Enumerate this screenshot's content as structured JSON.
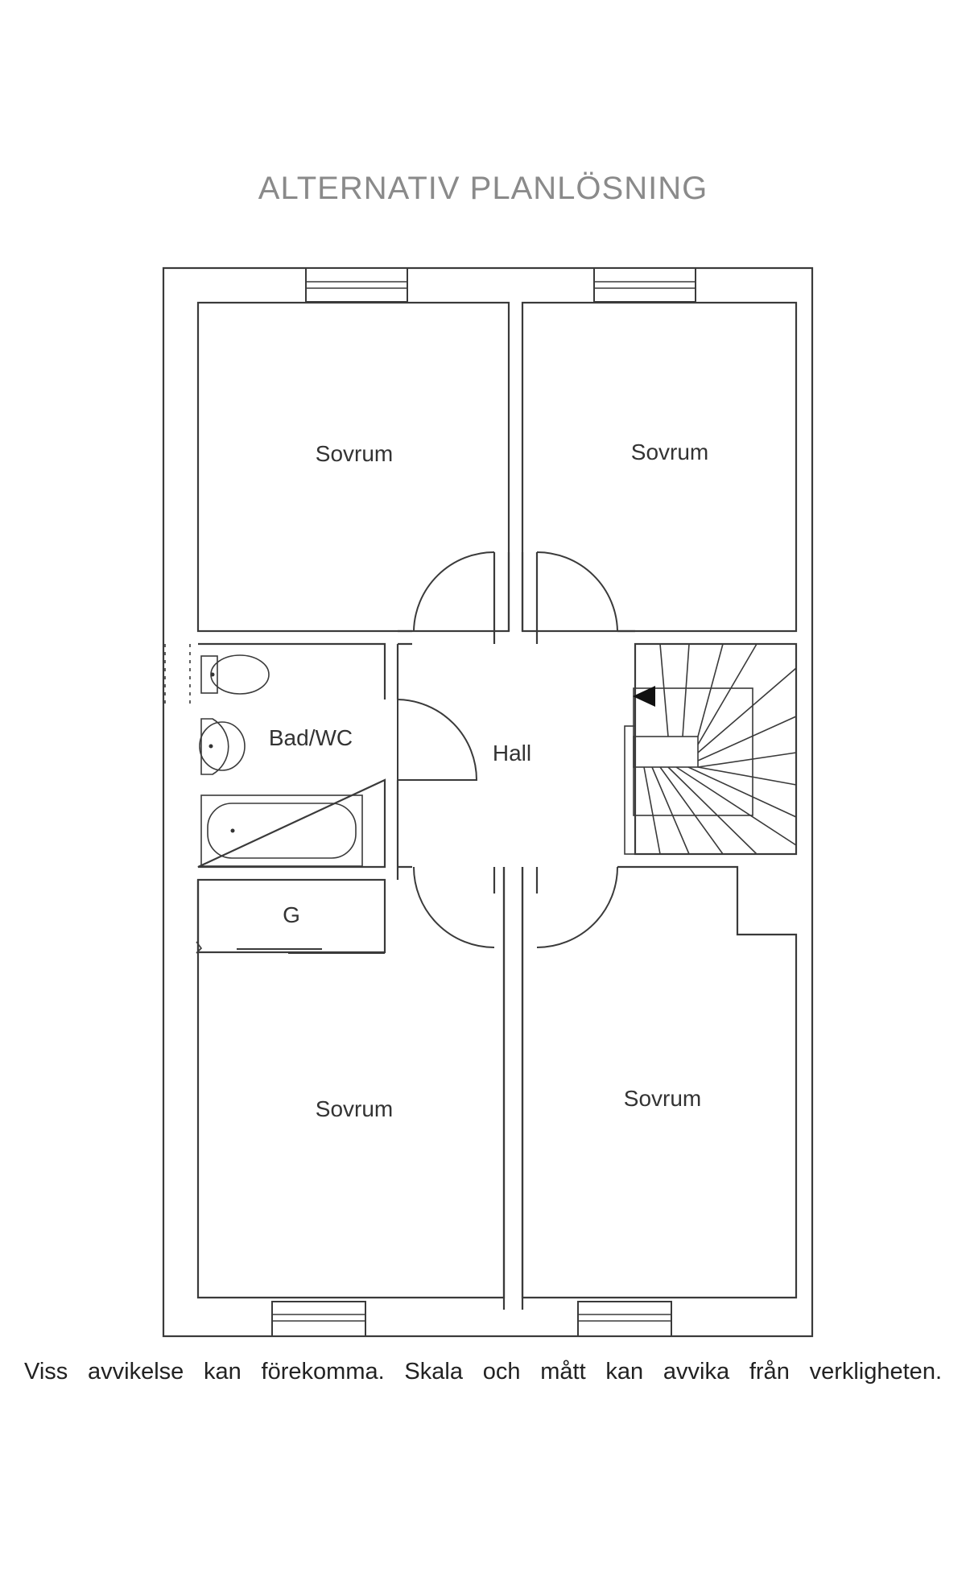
{
  "title": "ALTERNATIV PLANLÖSNING",
  "rooms": {
    "bedroom_top_left": "Sovrum",
    "bedroom_top_right": "Sovrum",
    "bathroom": "Bad/WC",
    "hall": "Hall",
    "closet": "G",
    "bedroom_bottom_left": "Sovrum",
    "bedroom_bottom_right": "Sovrum"
  },
  "disclaimer": "Viss avvikelse kan förekomma. Skala och mått kan avvika från verkligheten."
}
